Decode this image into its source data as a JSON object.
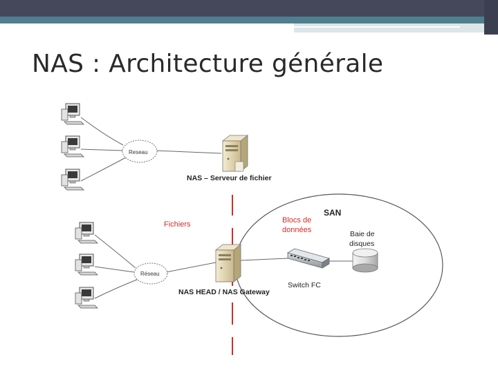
{
  "slide": {
    "title": "NAS : Architecture générale"
  },
  "diagram": {
    "network_label_top": "Reseau",
    "network_label_bottom": "Réseau",
    "nas_server_label": "NAS – Serveur de fichier",
    "files_label": "Fichiers",
    "blocks_label_line1": "Blocs de",
    "blocks_label_line2": "données",
    "san_label": "SAN",
    "disk_label_line1": "Baie de",
    "disk_label_line2": "disques",
    "nas_head_label": "NAS HEAD / NAS Gateway",
    "switch_label": "Switch FC"
  },
  "colors": {
    "accent_red": "#d42a2a",
    "topbar": "#45485a",
    "teal": "#4f7f8f"
  }
}
